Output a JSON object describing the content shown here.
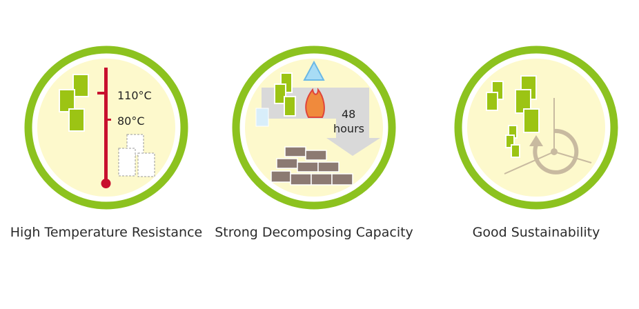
{
  "features": [
    {
      "title": "High Temperature Resistance",
      "temp_high": "110°C",
      "temp_low": "80°C",
      "icon": "thermometer-icon"
    },
    {
      "title": "Strong Decomposing Capacity",
      "duration_value": "48",
      "duration_unit": "hours",
      "icon": "decompose-icon"
    },
    {
      "title": "Good Sustainability",
      "icon": "recycle-icon"
    }
  ],
  "colors": {
    "ring": "#8cc21f",
    "inner": "#fdf9cc",
    "thermometer": "#c8102e",
    "block": "#9cc414",
    "brick": "#8c7a72"
  }
}
